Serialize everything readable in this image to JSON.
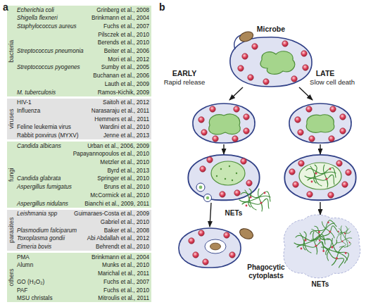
{
  "diagram": {
    "nodes": [
      {
        "text": [
          "bacteria",
          "Echerichia coli",
          "Grinberg et al., 2008",
          "Shigella flexneri",
          "Brinkmann et al., 2004",
          "Staphylococcus aureus",
          "Fuchs et al., 2007",
          "Pilsczek et al., 2010",
          "Berends et al., 2010",
          "Streptococcus pneumonia",
          "Beiter et al., 2006",
          "Mori et al., 2012",
          "Streptococcus pyogenes",
          "Sumby et al., 2005",
          "Buchanan et al., 2006",
          "Lauth et al., 2009",
          "M. tuberculosis",
          "Ramos-Kichik, 2009"
        ]
      },
      {
        "text": [
          "viruses",
          "HIV-1",
          "Saitoh et al., 2012",
          "Influenza",
          "Narasaraju et al., 2011",
          "Hemmers et al., 2011",
          "Feline leukemia virus",
          "Wardini et al., 2010",
          "Rabbit poxvirus (MYXV)",
          "Jenne et al., 2013"
        ]
      },
      {
        "text": [
          "fungi",
          "Candida albicans",
          "Urban et al., 2006, 2009",
          "Papayannopoulos et al., 2010",
          "Metzler et al., 2010",
          "Byrd et al., 2013",
          "Candida glabrata",
          "Springer et al., 2010",
          "Aspergillus fumigatus",
          "Bruns et al., 2010",
          "McCormick et al., 2010",
          "Aspergillus nidulans",
          "Bianchi et al., 2009, 2011"
        ]
      },
      {
        "text": [
          "parasites",
          "Leishmania spp",
          "Guimaraes-Costa et al., 2009",
          "Gabriel et al., 2010",
          "Plasmodium falciparum",
          "Baker et al., 2008",
          "Toxoplasma gondii",
          "Abi Abdallah et al., 2012",
          "Eimeria bovis",
          "Behrendt et al., 2010"
        ]
      },
      {
        "text": [
          "others",
          "PMA",
          "Brinkmann et al., 2004",
          "Alumn",
          "Munks et al., 2010",
          "Marichal et al., 2011",
          "GO (H₂O₂)",
          "Fuchs et al., 2007",
          "PAF",
          "Fuchs et al., 2010",
          "MSU christals",
          "Mitroulis et al., 2011"
        ]
      }
    ],
    "labels": [
      "a",
      "b",
      "Microbe",
      "EARLY",
      "Rapid release",
      "LATE",
      "Slow cell death",
      "NETs",
      "NETs",
      "Phagocytic cytoplasts"
    ]
  }
}
